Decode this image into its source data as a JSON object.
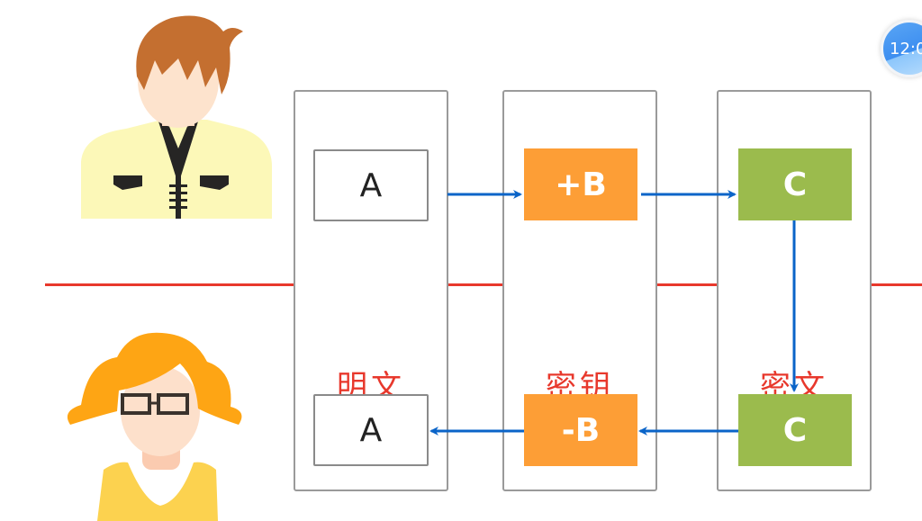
{
  "clock": {
    "time": "12:0"
  },
  "actors": [
    {
      "name": "sender",
      "icon": "man-avatar-icon"
    },
    {
      "name": "receiver",
      "icon": "girl-avatar-icon"
    }
  ],
  "columns": [
    {
      "label": "明文",
      "top_node": "A",
      "bottom_node": "A"
    },
    {
      "label": "密钥",
      "top_node": "+B",
      "bottom_node": "-B"
    },
    {
      "label": "密文",
      "top_node": "C",
      "bottom_node": "C"
    }
  ],
  "colors": {
    "separator": "#e8382c",
    "arrow": "#0a64c8",
    "key_node": "#fd9e36",
    "cipher_node": "#9bbb4d",
    "label": "#e8382c"
  }
}
